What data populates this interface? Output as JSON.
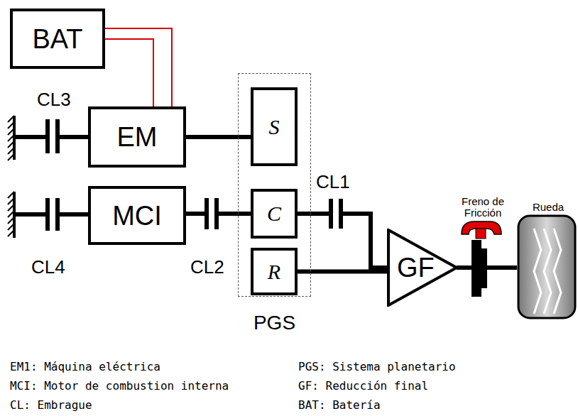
{
  "diagram": {
    "nodes": [
      {
        "text": [
          "BAT"
        ]
      },
      {
        "text": [
          "EM"
        ]
      },
      {
        "text": [
          "PGS"
        ]
      },
      {
        "text": [
          "S"
        ],
        "in": 2
      },
      {
        "text": [
          "C"
        ],
        "in": 2
      },
      {
        "text": [
          "R"
        ],
        "in": 2
      },
      {
        "text": [
          "MCI"
        ]
      },
      {
        "text": [
          "GF"
        ]
      },
      {
        "text": [
          "Rueda"
        ]
      }
    ],
    "edges": [
      {
        "from": 0,
        "to": 1,
        "arrow": "none"
      },
      {
        "from": 1,
        "to": 3,
        "arrow": "none"
      },
      {
        "from": 6,
        "to": 4,
        "arrow": "none"
      },
      {
        "from": 4,
        "to": 7,
        "arrow": "none"
      },
      {
        "from": 5,
        "to": 7,
        "arrow": "none"
      },
      {
        "from": 7,
        "to": 8,
        "arrow": "none"
      }
    ],
    "labels": [
      "CL3",
      "CL4",
      "CL2",
      "CL1",
      "Freno de Fricción",
      "EM1: Máquina eléctrica",
      "MCI: Motor de combustion interna",
      "CL: Embrague",
      "PGS: Sistema planetario",
      "GF: Reducción final",
      "BAT: Batería"
    ]
  }
}
